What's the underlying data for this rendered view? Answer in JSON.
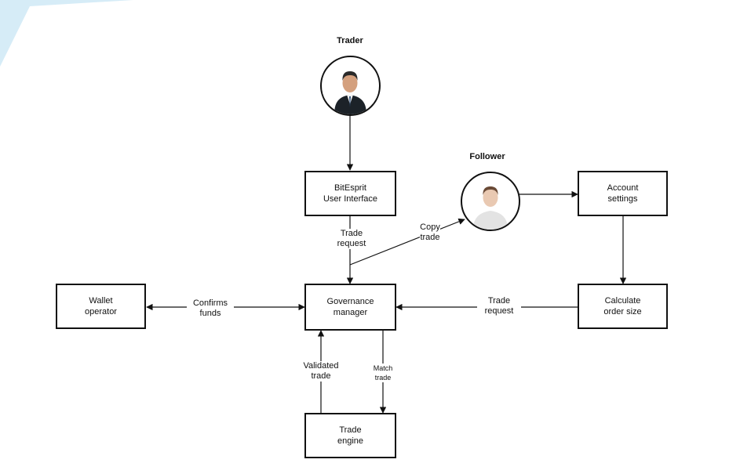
{
  "colors": {
    "line": "#111111",
    "corner_accent": "#d6ecf7"
  },
  "actors": {
    "trader": {
      "title": "Trader",
      "icon": "businessman-avatar-icon"
    },
    "follower": {
      "title": "Follower",
      "icon": "person-avatar-icon"
    }
  },
  "nodes": {
    "bitesprit_ui": {
      "line1": "BitEsprit",
      "line2": "User Interface"
    },
    "account_settings": {
      "line1": "Account",
      "line2": "settings"
    },
    "wallet_operator": {
      "line1": "Wallet",
      "line2": "operator"
    },
    "governance_manager": {
      "line1": "Governance",
      "line2": "manager"
    },
    "calculate_order_size": {
      "line1": "Calculate",
      "line2": "order size"
    },
    "trade_engine": {
      "line1": "Trade",
      "line2": "engine"
    }
  },
  "edges": {
    "trade_request_from_ui": {
      "line1": "Trade",
      "line2": "request"
    },
    "copy_trade": {
      "line1": "Copy",
      "line2": "trade"
    },
    "confirms_funds": {
      "line1": "Confirms",
      "line2": "funds"
    },
    "trade_request_from_calc": {
      "line1": "Trade",
      "line2": "request"
    },
    "validated_trade": {
      "line1": "Validated",
      "line2": "trade"
    },
    "match_trade": {
      "line1": "Match",
      "line2": "trade"
    }
  }
}
